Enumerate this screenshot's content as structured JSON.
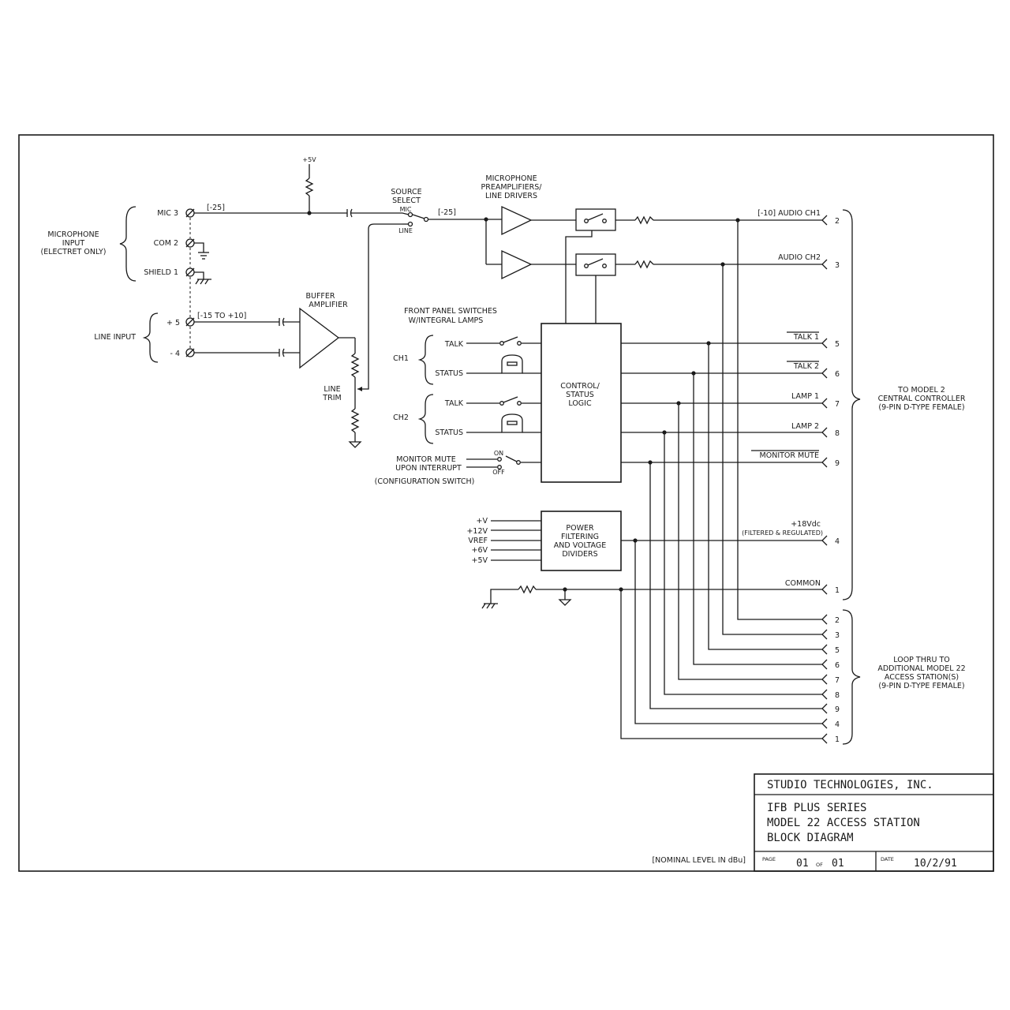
{
  "supply": {
    "plus5v": "+5V"
  },
  "mic_input": {
    "label": [
      "MICROPHONE",
      "INPUT",
      "(ELECTRET ONLY)"
    ],
    "pins": [
      "MIC 3",
      "COM 2",
      "SHIELD 1"
    ],
    "level": "[-25]"
  },
  "line_input": {
    "label": "LINE INPUT",
    "pins": [
      "+ 5",
      "- 4"
    ],
    "level": "[-15 TO +10]"
  },
  "buffer": {
    "label": [
      "BUFFER",
      "AMPLIFIER"
    ],
    "trim": [
      "LINE",
      "TRIM"
    ]
  },
  "source_select": {
    "label": [
      "SOURCE",
      "SELECT"
    ],
    "mic": "MIC",
    "line": "LINE",
    "level": "[-25]"
  },
  "preamp": {
    "label": [
      "MICROPHONE",
      "PREAMPLIFIERS/",
      "LINE DRIVERS"
    ]
  },
  "front_panel": {
    "label": [
      "FRONT PANEL SWITCHES",
      "W/INTEGRAL LAMPS"
    ],
    "ch1": "CH1",
    "ch2": "CH2",
    "talk": "TALK",
    "status": "STATUS"
  },
  "monitor_mute": {
    "label": [
      "MONITOR MUTE",
      "UPON INTERRUPT"
    ],
    "on": "ON",
    "off": "OFF",
    "config": "(CONFIGURATION SWITCH)"
  },
  "control_logic": {
    "label": [
      "CONTROL/",
      "STATUS",
      "LOGIC"
    ]
  },
  "power": {
    "label": [
      "POWER",
      "FILTERING",
      "AND VOLTAGE",
      "DIVIDERS"
    ],
    "rails": [
      "+V",
      "+12V",
      "VREF",
      "+6V",
      "+5V"
    ]
  },
  "outputs": {
    "audio_ch1": "[-10] AUDIO CH1",
    "audio_ch2": "AUDIO CH2",
    "talk1": "TALK 1",
    "talk2": "TALK 2",
    "lamp1": "LAMP 1",
    "lamp2": "LAMP 2",
    "monitor_mute": "MONITOR MUTE",
    "v18": "+18Vdc",
    "v18_note": "(FILTERED & REGULATED)",
    "common": "COMMON",
    "pins": [
      "2",
      "3",
      "5",
      "6",
      "7",
      "8",
      "9",
      "4",
      "1"
    ]
  },
  "to_controller": [
    "TO MODEL 2",
    "CENTRAL CONTROLLER",
    "(9-PIN D-TYPE FEMALE)"
  ],
  "loop_thru": {
    "label": [
      "LOOP THRU TO",
      "ADDITIONAL MODEL 22",
      "ACCESS STATION(S)",
      "(9-PIN D-TYPE FEMALE)"
    ],
    "pins": [
      "2",
      "3",
      "5",
      "6",
      "7",
      "8",
      "9",
      "4",
      "1"
    ]
  },
  "nominal_note": "[NOMINAL LEVEL IN dBu]",
  "title_block": {
    "company": "STUDIO TECHNOLOGIES, INC.",
    "title": [
      "IFB PLUS SERIES",
      "MODEL 22 ACCESS STATION",
      "BLOCK DIAGRAM"
    ],
    "page_label": "PAGE",
    "page_value": "01",
    "page_of": "OF",
    "page_total": "01",
    "date_label": "DATE",
    "date_value": "10/2/91"
  }
}
